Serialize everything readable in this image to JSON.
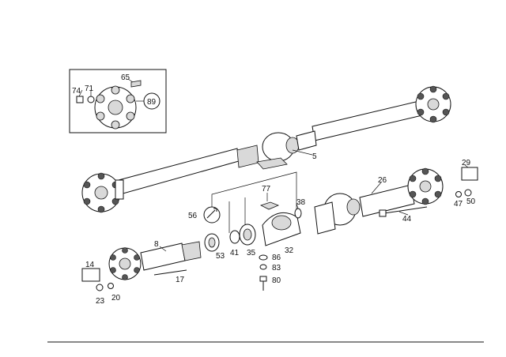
{
  "callouts": {
    "p74": "74",
    "p71": "71",
    "p65": "65",
    "p89": "89",
    "p5": "5",
    "p77": "77",
    "p38": "38",
    "p56": "56",
    "p53": "53",
    "p41": "41",
    "p35": "35",
    "p32": "32",
    "p86": "86",
    "p83": "83",
    "p80": "80",
    "p8": "8",
    "p14": "14",
    "p17": "17",
    "p23": "23",
    "p20": "20",
    "p26": "26",
    "p44": "44",
    "p29": "29",
    "p47": "47",
    "p50": "50"
  },
  "colors": {
    "ink": "#111111",
    "background": "#ffffff",
    "shade": "#d9d9d9"
  }
}
